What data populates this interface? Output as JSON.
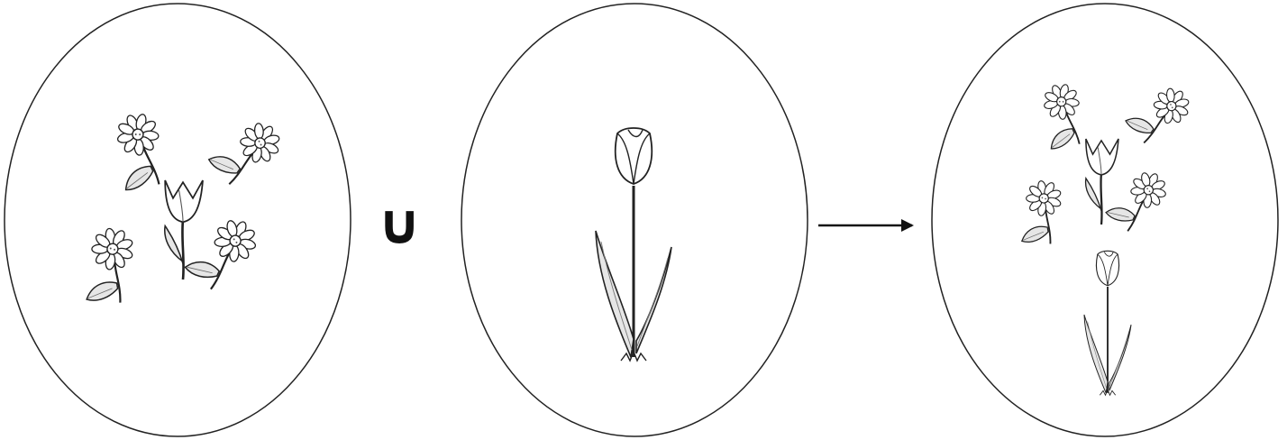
{
  "diagram": {
    "operator": "∪",
    "sets": [
      {
        "name": "set-a",
        "members": [
          "daisy",
          "daisy",
          "tulip",
          "daisy",
          "daisy"
        ]
      },
      {
        "name": "set-b",
        "members": [
          "tulip"
        ]
      },
      {
        "name": "set-union",
        "members": [
          "daisy",
          "daisy",
          "tulip",
          "daisy",
          "daisy",
          "tulip"
        ]
      }
    ],
    "arrow": "right-arrow",
    "colors": {
      "stroke": "#222222",
      "leaf_fill": "#e6e6e6",
      "background": "#ffffff"
    }
  }
}
